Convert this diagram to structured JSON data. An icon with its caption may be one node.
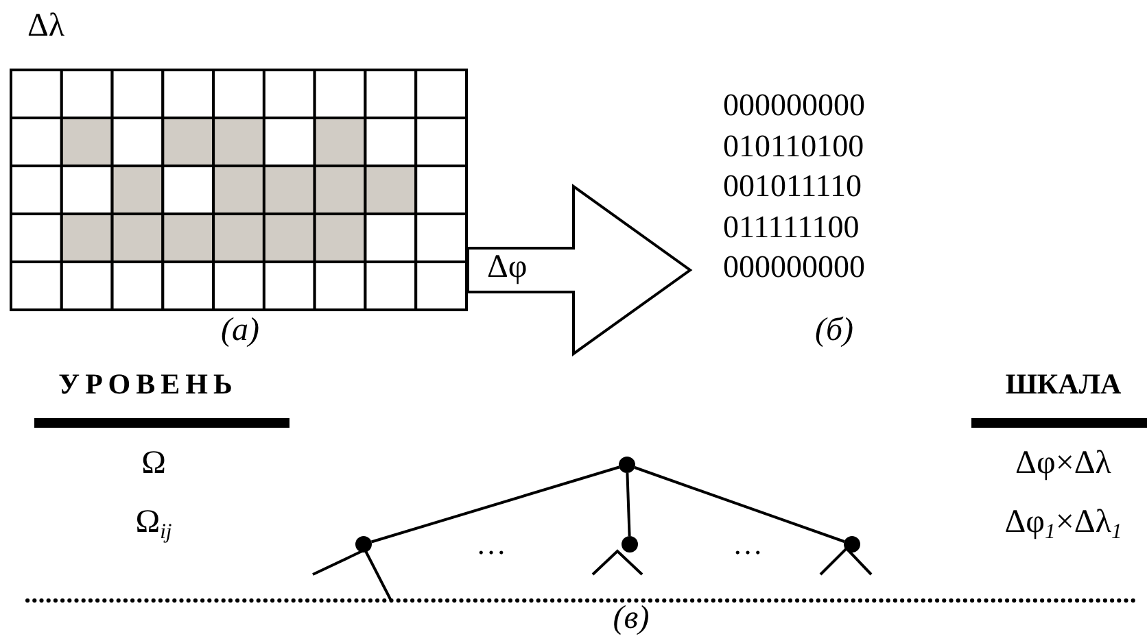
{
  "diagram": {
    "nodes": [
      {
        "text": [],
        "shape": "grid",
        "beside": [
          "(а)"
        ]
      },
      {
        "text": [
          "000000000 010110100 001011110 011111100 000000000"
        ],
        "beside": [
          "(б)"
        ]
      },
      {
        "text": [],
        "shape": "circle"
      },
      {
        "text": [],
        "shape": "circle"
      },
      {
        "text": [],
        "shape": "circle"
      },
      {
        "text": [],
        "shape": "circle"
      }
    ],
    "edges": [
      {
        "from": 0,
        "to": 1,
        "arrow": "to",
        "label": "Δφ"
      },
      {
        "from": 2,
        "to": 3,
        "arrow": "none"
      },
      {
        "from": 2,
        "to": 4,
        "arrow": "none"
      },
      {
        "from": 2,
        "to": 5,
        "arrow": "none"
      }
    ],
    "labels": [
      "Δλ",
      "УРОВЕНЬ",
      "ШКАЛА",
      "Ω",
      "Δφ×Δλ",
      "Ω$_{ij}$",
      "…",
      "…",
      "Δφ$_{1}$×Δλ$_{1}$",
      "(в)"
    ]
  }
}
